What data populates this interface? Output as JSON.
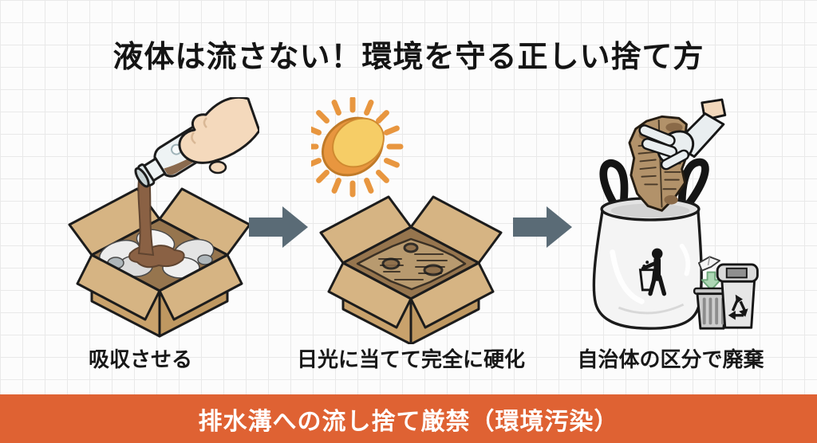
{
  "header": {
    "title": "液体は流さない！環境を守る正しい捨て方"
  },
  "steps": [
    {
      "caption": "吸収させる",
      "illustration": "hand-pouring-bottle-into-box-with-absorbent-paper"
    },
    {
      "caption": "日光に当てて完全に硬化",
      "illustration": "sun-drying-open-box"
    },
    {
      "caption": "自治体の区分で廃棄",
      "illustration": "gloved-hand-putting-hardened-waste-into-trash-bag"
    }
  ],
  "footer": {
    "warning": "排水溝への流し捨て厳禁（環境汚染）"
  },
  "colors": {
    "background": "#fcfcfc",
    "grid_line": "#e9e9e9",
    "banner_bg": "#df6233",
    "banner_text": "#ffffff",
    "arrow": "#5a6b76",
    "cardboard": "#c9a26c",
    "cardboard_flap": "#d6b483",
    "liquid_brown": "#8a6144",
    "sun_yellow": "#f6cd66",
    "sun_orange": "#e8963f",
    "bag_white": "#f4f4f4",
    "glove_gray": "#e9eef0",
    "skin": "#f4d9bc",
    "green_arrow": "#aed7b5"
  }
}
